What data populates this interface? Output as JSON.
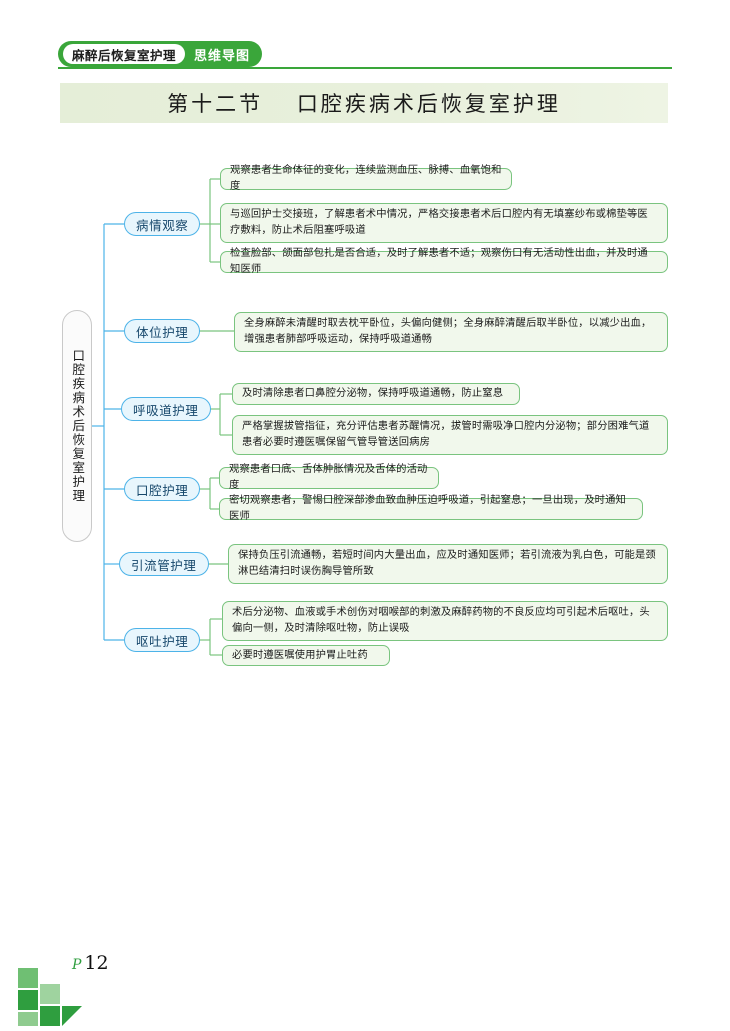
{
  "header": {
    "badge_main": "麻醉后恢复室护理",
    "badge_sub": "思维导图",
    "accent_color": "#3aa63a"
  },
  "title": {
    "text": "第十二节　 口腔疾病术后恢复室护理",
    "band_color": "#e8f0dc"
  },
  "mindmap": {
    "root": {
      "label": "口腔疾病术后恢复室护理"
    },
    "branch_color": "#4db3e8",
    "branch_fill": "#e8f6fd",
    "leaf_color": "#7ac47f",
    "leaf_fill": "#f1f8ec",
    "branches": [
      {
        "label": "病情观察",
        "leaves": [
          "观察患者生命体征的变化，连续监测血压、脉搏、血氧饱和度",
          "与巡回护士交接班，了解患者术中情况，严格交接患者术后口腔内有无填塞纱布或棉垫等医疗敷料，防止术后阻塞呼吸道",
          "检查脸部、颌面部包扎是否合适，及时了解患者不适；观察伤口有无活动性出血，并及时通知医师"
        ]
      },
      {
        "label": "体位护理",
        "leaves": [
          "全身麻醉未清醒时取去枕平卧位，头偏向健侧；全身麻醉清醒后取半卧位，以减少出血，增强患者肺部呼吸运动，保持呼吸道通畅"
        ]
      },
      {
        "label": "呼吸道护理",
        "leaves": [
          "及时清除患者口鼻腔分泌物，保持呼吸道通畅，防止窒息",
          "严格掌握拔管指征，充分评估患者苏醒情况，拔管时需吸净口腔内分泌物；部分困难气道患者必要时遵医嘱保留气管导管送回病房"
        ]
      },
      {
        "label": "口腔护理",
        "leaves": [
          "观察患者口底、舌体肿胀情况及舌体的活动度",
          "密切观察患者，警惕口腔深部渗血致血肿压迫呼吸道，引起窒息；一旦出现，及时通知医师"
        ]
      },
      {
        "label": "引流管护理",
        "leaves": [
          "保持负压引流通畅，若短时间内大量出血，应及时通知医师；若引流液为乳白色，可能是颈淋巴结清扫时误伤胸导管所致"
        ]
      },
      {
        "label": "呕吐护理",
        "leaves": [
          "术后分泌物、血液或手术创伤对咽喉部的刺激及麻醉药物的不良反应均可引起术后呕吐，头偏向一侧，及时清除呕吐物，防止误吸",
          "必要时遵医嘱使用护胃止吐药"
        ]
      }
    ]
  },
  "footer": {
    "page_mark": "P",
    "page_number": "12"
  }
}
